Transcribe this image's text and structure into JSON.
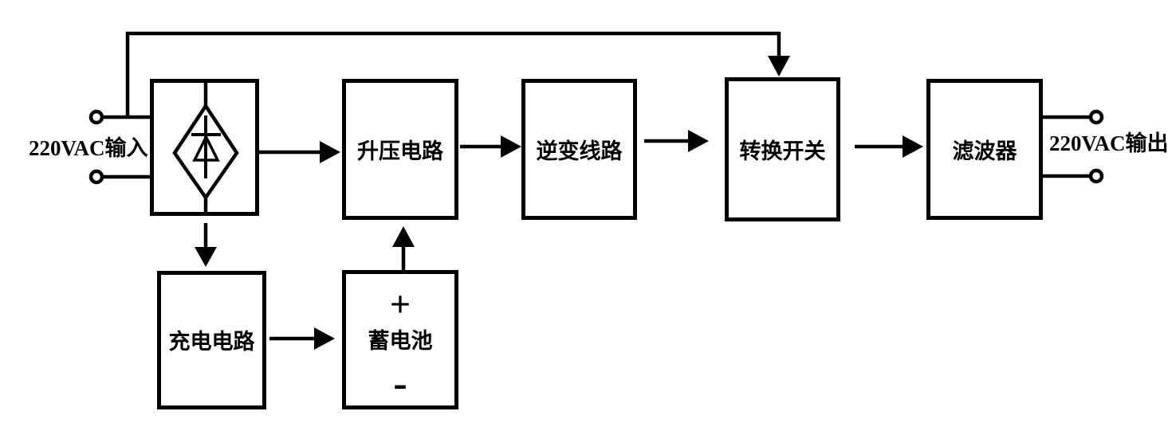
{
  "diagram": {
    "type": "block-diagram",
    "subject": "UPS power flow diagram",
    "input_label": "220VAC输入",
    "output_label": "220VAC输出",
    "blocks": {
      "rectifier": {
        "label": "",
        "symbol": "bridge-rectifier-diode"
      },
      "boost": {
        "label": "升压电路"
      },
      "inverter": {
        "label": "逆变线路"
      },
      "transfer": {
        "label": "转换开关"
      },
      "filter": {
        "label": "滤波器"
      },
      "charger": {
        "label": "充电电路"
      },
      "battery": {
        "label": "蓄电池",
        "plus_label": "+",
        "minus_label": "-"
      }
    },
    "connections": [
      {
        "from": "ac-input",
        "to": "rectifier"
      },
      {
        "from": "ac-input",
        "to": "transfer",
        "via": "bypass-top-line"
      },
      {
        "from": "rectifier",
        "to": "boost"
      },
      {
        "from": "boost",
        "to": "inverter"
      },
      {
        "from": "inverter",
        "to": "transfer"
      },
      {
        "from": "transfer",
        "to": "filter"
      },
      {
        "from": "filter",
        "to": "ac-output"
      },
      {
        "from": "rectifier",
        "to": "charger"
      },
      {
        "from": "charger",
        "to": "battery"
      },
      {
        "from": "battery",
        "to": "boost"
      }
    ],
    "colors": {
      "stroke": "#000000",
      "background": "#ffffff"
    }
  }
}
